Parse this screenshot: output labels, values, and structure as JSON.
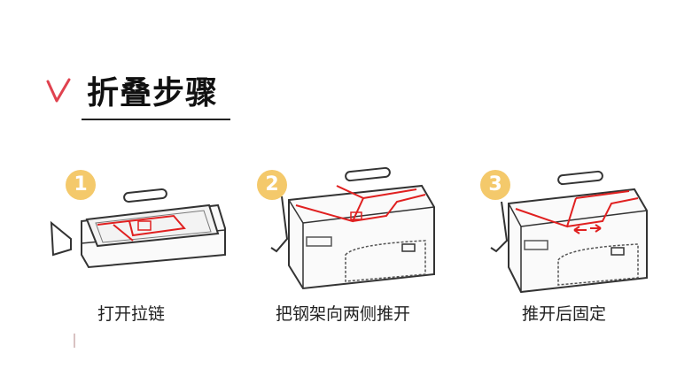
{
  "header": {
    "title": "折叠步骤",
    "accent_color": "#e0424f",
    "icon": "check-mark-icon"
  },
  "steps": [
    {
      "number": "1",
      "caption": "打开拉链"
    },
    {
      "number": "2",
      "caption": "把钢架向两侧推开"
    },
    {
      "number": "3",
      "caption": "推开后固定"
    }
  ],
  "colors": {
    "badge": "#f4c96b",
    "frame_lines": "#e02020",
    "outline": "#333333"
  }
}
